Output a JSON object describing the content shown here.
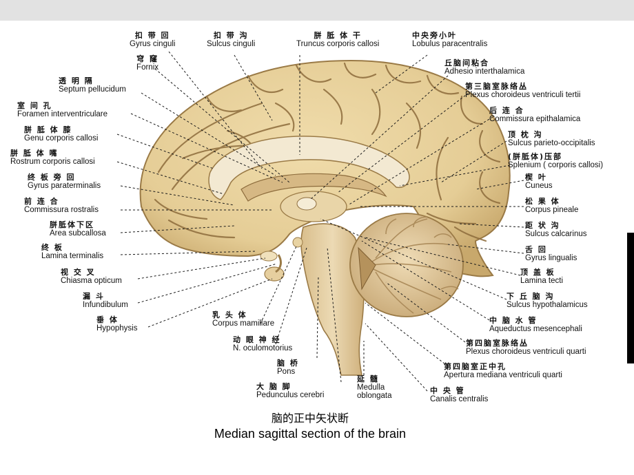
{
  "caption": {
    "zh": "脑的正中矢状断",
    "en": "Median sagittal section of the brain"
  },
  "colors": {
    "cortex": "#e5cd96",
    "cortex_shadow": "#c2a46a",
    "sulcus": "#8d6c3c",
    "medulla_white": "#f3e9d2",
    "cerebellum": "#dcc39a",
    "leader_line": "#1a1a1a"
  },
  "labels": [
    {
      "id": "gyrus-cinguli",
      "zh": "扣 带 回",
      "la": "Gyrus cinguli"
    },
    {
      "id": "sulcus-cinguli",
      "zh": "扣 带 沟",
      "la": "Sulcus cinguli"
    },
    {
      "id": "truncus-corporis-callosi",
      "zh": "胼 胝 体 干",
      "la": "Truncus corporis callosi"
    },
    {
      "id": "lobulus-paracentralis",
      "zh": "中央旁小叶",
      "la": "Lobulus paracentralis"
    },
    {
      "id": "fornix",
      "zh": "穹  窿",
      "la": "Fornix"
    },
    {
      "id": "adhesio-interthalamica",
      "zh": "丘脑间粘合",
      "la": "Adhesio interthalamica"
    },
    {
      "id": "septum-pellucidum",
      "zh": "透 明 隔",
      "la": "Septum pellucidum"
    },
    {
      "id": "plexus-choroideus-ventriculi-tertii",
      "zh": "第三脑室脉络丛",
      "la": "Plexus choroideus ventriculi tertii"
    },
    {
      "id": "foramen-interventriculare",
      "zh": "室 间 孔",
      "la": "Foramen interventriculare"
    },
    {
      "id": "commissura-epithalamica",
      "zh": "后 连 合",
      "la": "Commissura epithalamica"
    },
    {
      "id": "genu-corporis-callosi",
      "zh": "胼 胝 体 膝",
      "la": "Genu corporis callosi"
    },
    {
      "id": "sulcus-parieto-occipitalis",
      "zh": "顶 枕 沟",
      "la": "Sulcus parieto-occipitalis"
    },
    {
      "id": "rostrum-corporis-callosi",
      "zh": "胼 胝 体 嘴",
      "la": "Rostrum corporis callosi"
    },
    {
      "id": "splenium-corporis-callosi",
      "zh": "(胼胝体)压部",
      "la": "Splenium ( corporis callosi)"
    },
    {
      "id": "gyrus-paraterminalis",
      "zh": "终 板 旁 回",
      "la": "Gyrus paraterminalis"
    },
    {
      "id": "cuneus",
      "zh": "楔   叶",
      "la": "Cuneus"
    },
    {
      "id": "commissura-rostralis",
      "zh": "前 连 合",
      "la": "Commissura rostralis"
    },
    {
      "id": "corpus-pineale",
      "zh": "松 果 体",
      "la": "Corpus pineale"
    },
    {
      "id": "area-subcallosa",
      "zh": "胼胝体下区",
      "la": "Area subcallosa"
    },
    {
      "id": "sulcus-calcarinus",
      "zh": "距 状 沟",
      "la": "Sulcus calcarinus"
    },
    {
      "id": "lamina-terminalis",
      "zh": "终   板",
      "la": "Lamina terminalis"
    },
    {
      "id": "gyrus-lingualis",
      "zh": "舌   回",
      "la": "Gyrus lingualis"
    },
    {
      "id": "chiasma-opticum",
      "zh": "视 交 叉",
      "la": "Chiasma opticum"
    },
    {
      "id": "lamina-tecti",
      "zh": "顶 盖 板",
      "la": "Lamina tecti"
    },
    {
      "id": "infundibulum",
      "zh": "漏   斗",
      "la": "Infundibulum"
    },
    {
      "id": "sulcus-hypothalamicus",
      "zh": "下 丘 脑 沟",
      "la": "Sulcus hypothalamicus"
    },
    {
      "id": "hypophysis",
      "zh": "垂   体",
      "la": "Hypophysis"
    },
    {
      "id": "corpus-mamillare",
      "zh": "乳 头 体",
      "la": "Corpus mamillare"
    },
    {
      "id": "aqueductus-mesencephali",
      "zh": "中 脑 水 管",
      "la": "Aqueductus mesencephali"
    },
    {
      "id": "n-oculomotorius",
      "zh": "动 眼 神 经",
      "la": "N. oculomotorius"
    },
    {
      "id": "plexus-choroideus-ventriculi-quarti",
      "zh": "第四脑室脉络丛",
      "la": "Plexus choroideus ventriculi quarti"
    },
    {
      "id": "pons",
      "zh": "脑  桥",
      "la": "Pons"
    },
    {
      "id": "apertura-mediana-ventriculi-quarti",
      "zh": "第四脑室正中孔",
      "la": "Apertura mediana ventriculi quarti"
    },
    {
      "id": "pedunculus-cerebri",
      "zh": "大 脑 脚",
      "la": "Pedunculus cerebri"
    },
    {
      "id": "medulla-oblongata",
      "zh": "延  髓",
      "la": "Medulla oblongata"
    },
    {
      "id": "canalis-centralis",
      "zh": "中 央 管",
      "la": "Canalis centralis"
    }
  ]
}
